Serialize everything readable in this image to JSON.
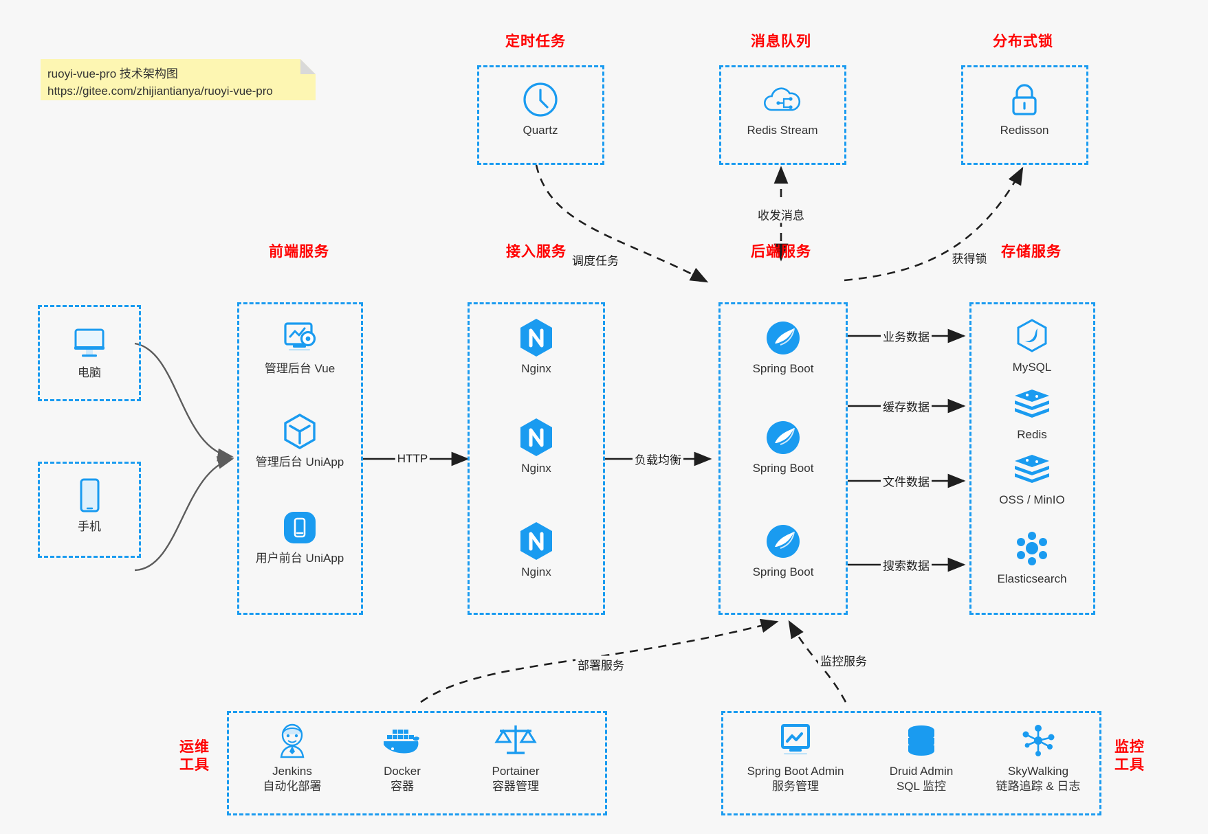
{
  "note": {
    "line1": "ruoyi-vue-pro 技术架构图",
    "line2": "https://gitee.com/zhijiantianya/ruoyi-vue-pro"
  },
  "colors": {
    "accent": "#1a9bf0",
    "title": "#ff0000",
    "text": "#333333",
    "background": "#f7f7f7",
    "arrow_solid": "#1f1f1f",
    "arrow_gray": "#666666"
  },
  "groups": {
    "scheduled_task": {
      "title": "定时任务",
      "nodes": [
        {
          "label": "Quartz",
          "icon": "clock-icon"
        }
      ]
    },
    "message_queue": {
      "title": "消息队列",
      "nodes": [
        {
          "label": "Redis Stream",
          "icon": "cloud-stream-icon"
        }
      ]
    },
    "distributed_lock": {
      "title": "分布式锁",
      "nodes": [
        {
          "label": "Redisson",
          "icon": "lock-icon"
        }
      ]
    },
    "clients": {
      "nodes": [
        {
          "label": "电脑",
          "icon": "desktop-icon"
        },
        {
          "label": "手机",
          "icon": "mobile-icon"
        }
      ]
    },
    "frontend": {
      "title": "前端服务",
      "nodes": [
        {
          "label": "管理后台 Vue",
          "icon": "dashboard-gear-icon"
        },
        {
          "label": "管理后台 UniApp",
          "icon": "cube-icon"
        },
        {
          "label": "用户前台 UniApp",
          "icon": "phone-app-icon"
        }
      ]
    },
    "gateway": {
      "title": "接入服务",
      "nodes": [
        {
          "label": "Nginx",
          "icon": "nginx-icon"
        },
        {
          "label": "Nginx",
          "icon": "nginx-icon"
        },
        {
          "label": "Nginx",
          "icon": "nginx-icon"
        }
      ]
    },
    "backend": {
      "title": "后端服务",
      "nodes": [
        {
          "label": "Spring Boot",
          "icon": "spring-boot-icon"
        },
        {
          "label": "Spring Boot",
          "icon": "spring-boot-icon"
        },
        {
          "label": "Spring Boot",
          "icon": "spring-boot-icon"
        }
      ]
    },
    "storage": {
      "title": "存储服务",
      "nodes": [
        {
          "label": "MySQL",
          "icon": "mysql-icon"
        },
        {
          "label": "Redis",
          "icon": "redis-icon"
        },
        {
          "label": "OSS / MinIO",
          "icon": "redis-icon"
        },
        {
          "label": "Elasticsearch",
          "icon": "elasticsearch-icon"
        }
      ]
    },
    "devops": {
      "title_line1": "运维",
      "title_line2": "工具",
      "nodes": [
        {
          "label": "Jenkins",
          "sublabel": "自动化部署",
          "icon": "jenkins-icon"
        },
        {
          "label": "Docker",
          "sublabel": "容器",
          "icon": "docker-icon"
        },
        {
          "label": "Portainer",
          "sublabel": "容器管理",
          "icon": "scales-icon"
        }
      ]
    },
    "monitoring": {
      "title_line1": "监控",
      "title_line2": "工具",
      "nodes": [
        {
          "label": "Spring Boot Admin",
          "sublabel": "服务管理",
          "icon": "monitor-chart-icon"
        },
        {
          "label": "Druid Admin",
          "sublabel": "SQL 监控",
          "icon": "database-icon"
        },
        {
          "label": "SkyWalking",
          "sublabel": "链路追踪 & 日志",
          "icon": "skywalking-icon"
        }
      ]
    }
  },
  "edges": [
    {
      "label": "调度任务",
      "from": "scheduled_task",
      "to": "backend",
      "style": "dashed"
    },
    {
      "label": "收发消息",
      "from": "message_queue",
      "to": "backend",
      "style": "dashed",
      "bidirectional": true
    },
    {
      "label": "获得锁",
      "from": "backend",
      "to": "distributed_lock",
      "style": "dashed"
    },
    {
      "label": "HTTP",
      "from": "frontend",
      "to": "gateway",
      "style": "solid"
    },
    {
      "label": "负载均衡",
      "from": "gateway",
      "to": "backend",
      "style": "solid"
    },
    {
      "label": "业务数据",
      "from": "backend",
      "to": "storage",
      "style": "solid"
    },
    {
      "label": "缓存数据",
      "from": "backend",
      "to": "storage",
      "style": "solid"
    },
    {
      "label": "文件数据",
      "from": "backend",
      "to": "storage",
      "style": "solid"
    },
    {
      "label": "搜索数据",
      "from": "backend",
      "to": "storage",
      "style": "solid"
    },
    {
      "label": "部署服务",
      "from": "devops",
      "to": "backend",
      "style": "dashed"
    },
    {
      "label": "监控服务",
      "from": "monitoring",
      "to": "backend",
      "style": "dashed"
    }
  ]
}
